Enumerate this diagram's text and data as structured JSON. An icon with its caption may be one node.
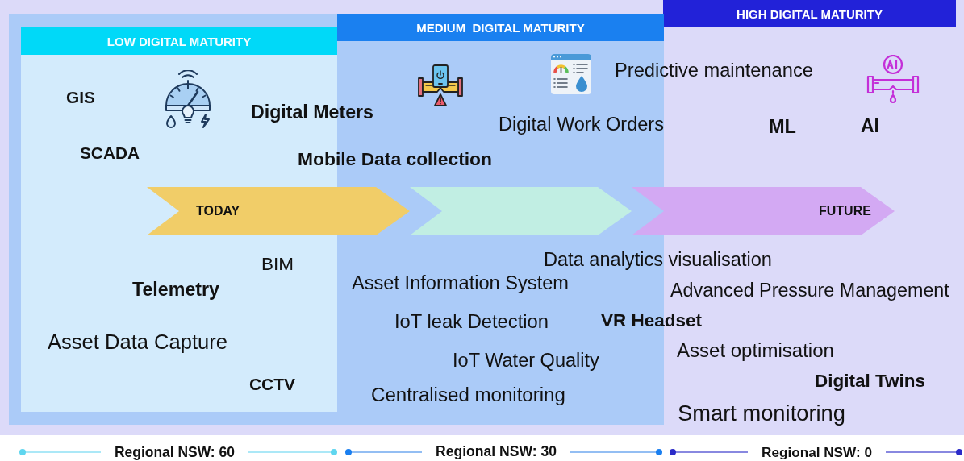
{
  "diagram": {
    "nodes": [
      {
        "text": [
          "HIGH DIGITAL MATURITY"
        ]
      },
      {
        "text": [
          "MEDIUM  DIGITAL MATURITY"
        ],
        "in": 0
      },
      {
        "text": [
          "LOW DIGITAL MATURITY"
        ],
        "in": 1
      },
      {
        "text": [
          "TODAY"
        ],
        "in": 1
      },
      {
        "text": [
          "FUTURE"
        ],
        "in": 0
      }
    ],
    "edges": [
      {
        "from": 3,
        "to": 4,
        "arrow": "to"
      }
    ],
    "labels": [
      "Predictive maintenance",
      "GIS",
      "Digital Meters",
      "Digital Work Orders",
      "ML",
      "AI",
      "SCADA",
      "Mobile Data collection",
      "Data analytics visualisation",
      "BIM",
      "Asset Information System",
      "Telemetry",
      "Advanced Pressure Management",
      "VR Headset",
      "IoT leak Detection",
      "Asset Data Capture",
      "Asset optimisation",
      "IoT Water Quality",
      "Digital Twins",
      "CCTV",
      "Centralised monitoring",
      "Smart monitoring",
      "Regional NSW: 60",
      "Regional NSW: 30",
      "Regional NSW: 0"
    ]
  }
}
